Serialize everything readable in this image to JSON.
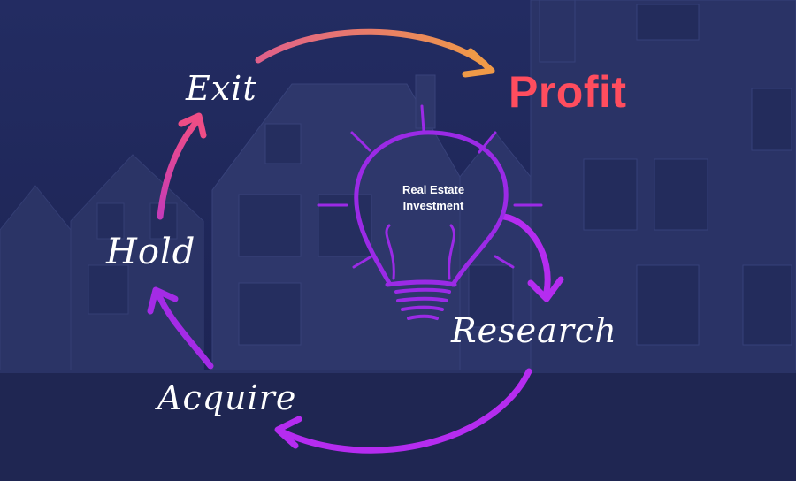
{
  "diagram": {
    "stages": {
      "exit": "Exit",
      "hold": "Hold",
      "acquire": "Acquire",
      "research": "Research"
    },
    "outcome": "Profit",
    "center": {
      "line1": "Real Estate",
      "line2": "Investment"
    }
  },
  "colors": {
    "background": "#1c2456",
    "profit": "#ff4d5e",
    "cycle_purple": "#b52cf0",
    "cycle_pink": "#e0479a",
    "cycle_orange": "#e98c4f",
    "bulb": "#9b2ae6"
  },
  "icons": [
    "lightbulb-icon",
    "houses-background"
  ]
}
